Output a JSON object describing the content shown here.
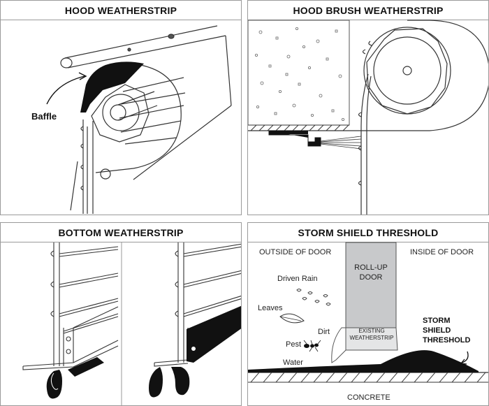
{
  "panels": {
    "hood": {
      "title": "HOOD WEATHERSTRIP",
      "baffle_label": "Baffle"
    },
    "brush": {
      "title": "HOOD BRUSH WEATHERSTRIP"
    },
    "bottom": {
      "title": "BOTTOM WEATHERSTRIP"
    },
    "storm": {
      "title": "STORM SHIELD THRESHOLD",
      "outside_label": "OUTSIDE OF DOOR",
      "inside_label": "INSIDE OF DOOR",
      "door_label_1": "ROLL-UP",
      "door_label_2": "DOOR",
      "existing_label_1": "EXISTING",
      "existing_label_2": "WEATHERSTRIP",
      "driven_rain": "Driven Rain",
      "leaves": "Leaves",
      "dirt": "Dirt",
      "pest": "Pest",
      "water": "Water",
      "threshold_label_1": "STORM",
      "threshold_label_2": "SHIELD",
      "threshold_label_3": "THRESHOLD",
      "concrete": "CONCRETE"
    }
  },
  "colors": {
    "border": "#9a9a9a",
    "door_gray": "#c8c9cb",
    "black": "#111111"
  }
}
